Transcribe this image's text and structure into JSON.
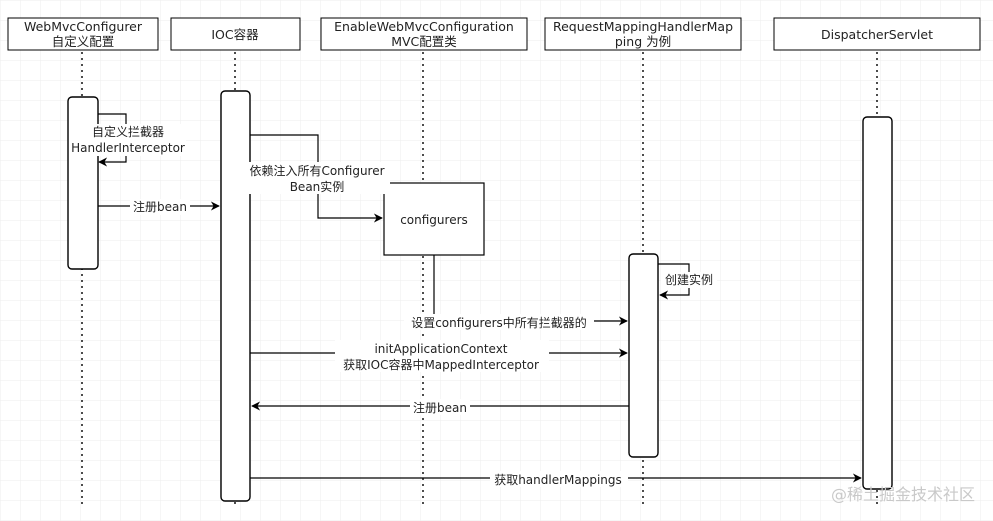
{
  "participants": [
    {
      "id": "webmvc",
      "line1": "WebMvcConfigurer",
      "line2": "自定义配置"
    },
    {
      "id": "ioc",
      "line1": "IOC容器",
      "line2": ""
    },
    {
      "id": "enable",
      "line1": "EnableWebMvcConfiguration",
      "line2": "MVC配置类"
    },
    {
      "id": "rmhm",
      "line1": "RequestMappingHandlerMap",
      "line2": "ping 为例"
    },
    {
      "id": "dispatcher",
      "line1": "DispatcherServlet",
      "line2": ""
    }
  ],
  "configurers_box": "configurers",
  "messages": {
    "custom_interceptor_1": "自定义拦截器",
    "custom_interceptor_2": "HandlerInterceptor",
    "register_bean_1": "注册bean",
    "inject_1": "依赖注入所有Configurer",
    "inject_2": "Bean实例",
    "create_instance": "创建实例",
    "set_interceptors": "设置configurers中所有拦截器的",
    "init_context_1": "initApplicationContext",
    "init_context_2": "获取IOC容器中MappedInterceptor",
    "register_bean_2": "注册bean",
    "get_mappings": "获取handlerMappings"
  },
  "watermark": "@稀土掘金技术社区"
}
